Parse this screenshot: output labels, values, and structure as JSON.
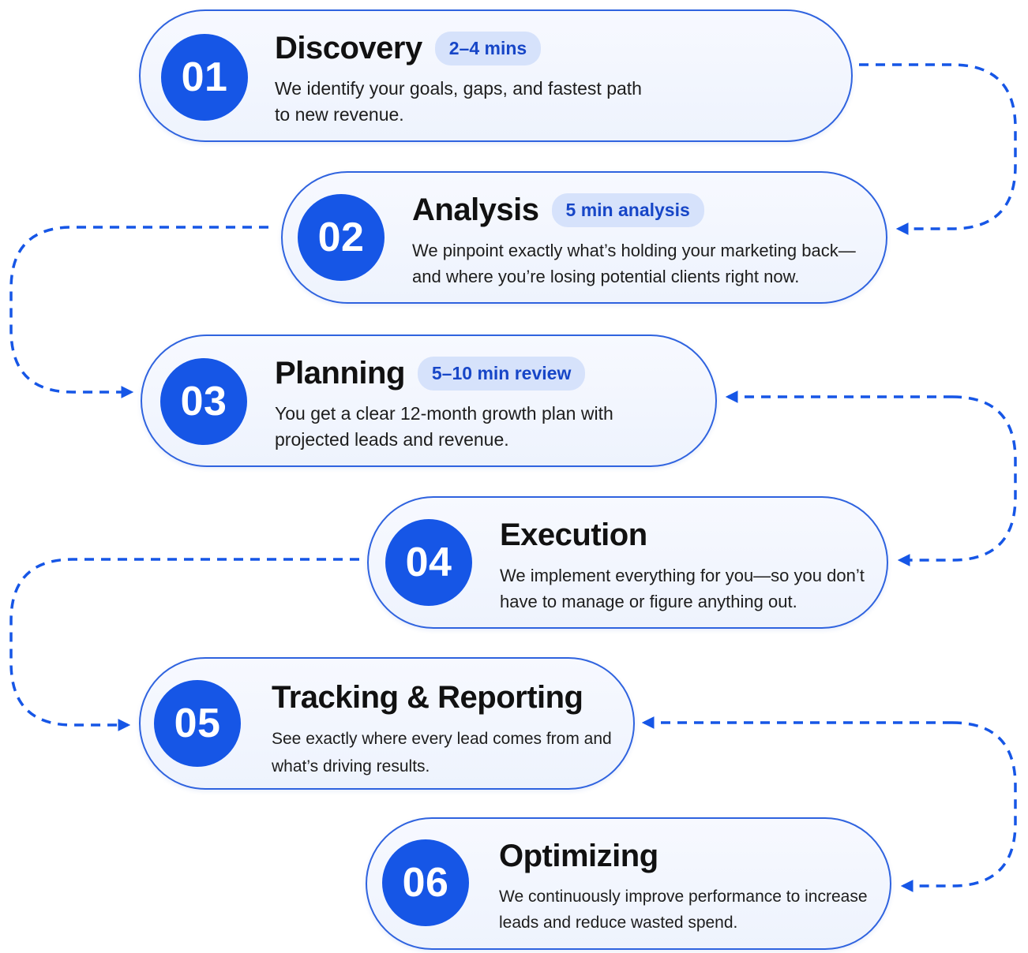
{
  "accent_color": "#1656e6",
  "border_color": "#2f63df",
  "steps": [
    {
      "number": "01",
      "title": "Discovery",
      "badge": "2–4 mins",
      "desc_line1": "We identify your goals, gaps, and fastest path",
      "desc_line2": "to new revenue."
    },
    {
      "number": "02",
      "title": "Analysis",
      "badge": "5 min analysis",
      "desc_line1": "We pinpoint exactly what’s holding your marketing back—",
      "desc_line2": "and where you’re losing potential clients right now."
    },
    {
      "number": "03",
      "title": "Planning",
      "badge": "5–10 min review",
      "desc_line1": "You get a clear 12-month growth plan with",
      "desc_line2": "projected leads and revenue."
    },
    {
      "number": "04",
      "title": "Execution",
      "badge": "",
      "desc_line1": "We implement everything for you—so you don’t",
      "desc_line2": "have to manage or figure anything out."
    },
    {
      "number": "05",
      "title": "Tracking & Reporting",
      "badge": "",
      "desc_line1": "See exactly where every lead comes from and",
      "desc_line2": "what’s driving results."
    },
    {
      "number": "06",
      "title": "Optimizing",
      "badge": "",
      "desc_line1": "We continuously improve performance to increase",
      "desc_line2": "leads and reduce wasted spend."
    }
  ]
}
